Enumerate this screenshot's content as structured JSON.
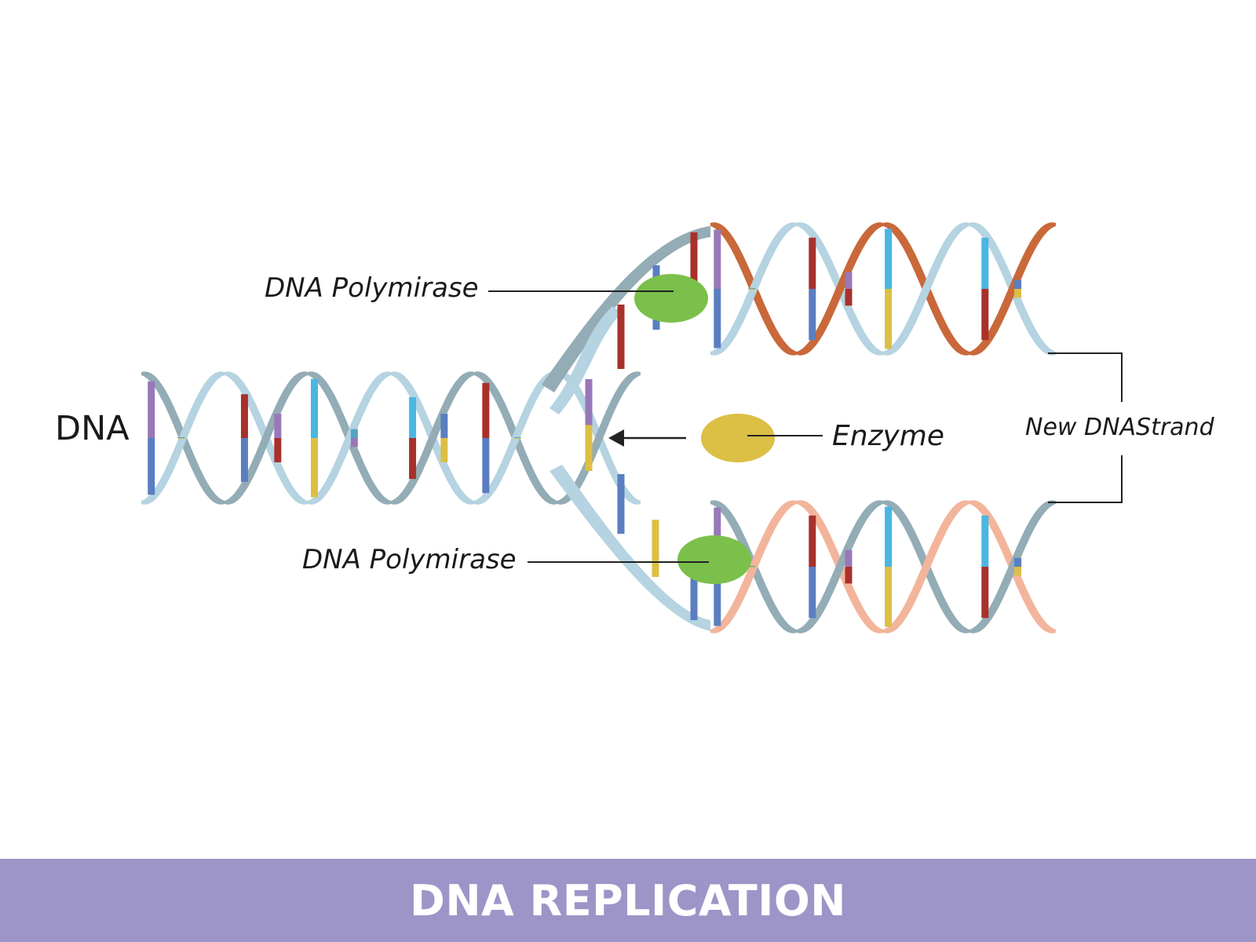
{
  "labels": {
    "dna": "DNA",
    "polymerase_top": "DNA Polymirase",
    "polymerase_bottom": "DNA Polymirase",
    "enzyme": "Enzyme",
    "new_strand": "New DNAStrand"
  },
  "banner": {
    "title": "DNA REPLICATION"
  },
  "colors": {
    "backbone_light": "#b5d3e1",
    "backbone_dark": "#93acb5",
    "new_strand_dark": "#c9683a",
    "new_strand_light": "#f2b59b",
    "polymerase": "#7bc04a",
    "enzyme": "#dcbf45",
    "banner": "#9d95c7",
    "base_red": "#a8312b",
    "base_blue": "#5a7ec0",
    "base_purple": "#9878b8",
    "base_cyan": "#4ab6e2",
    "base_yellow": "#dcbf45",
    "base_teal": "#57a3c2"
  }
}
